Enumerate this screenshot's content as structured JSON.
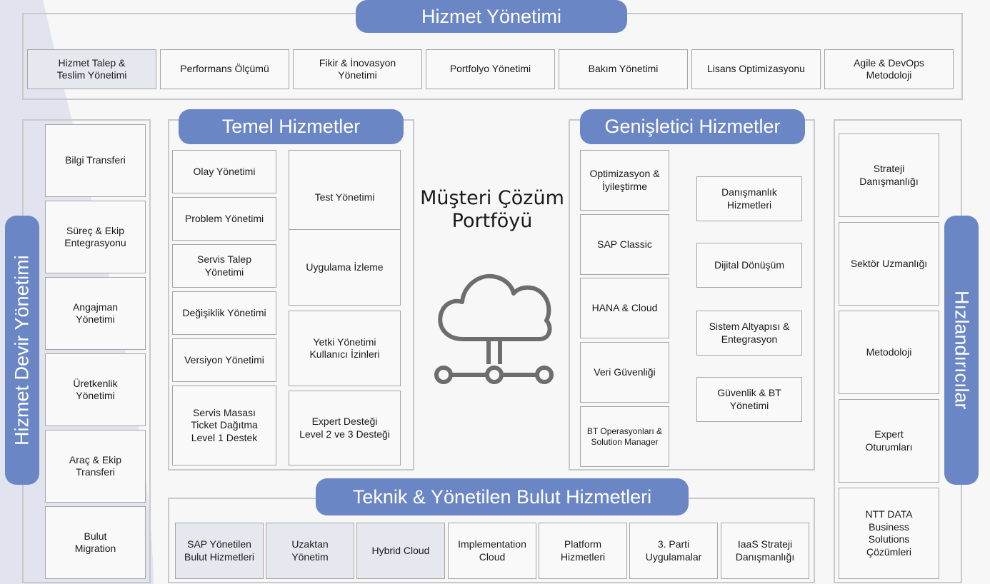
{
  "colors": {
    "accent": "#6b86c5",
    "frame": "#c9c9c9",
    "box_border": "#a6a6a6",
    "shade": "#e1e4ef"
  },
  "hizmet_yonetimi": {
    "title": "Hizmet Yönetimi",
    "items": [
      "Hizmet Talep &\nTeslim Yönetimi",
      "Performans Ölçümü",
      "Fikir & İnovasyon\nYönetimi",
      "Portfolyo Yönetimi",
      "Bakım Yönetimi",
      "Lisans Optimizasyonu",
      "Agile & DevOps\nMetodoloji"
    ]
  },
  "hizmet_devir": {
    "title": "Hizmet Devir Yönetimi",
    "items": [
      "Bilgi Transferi",
      "Süreç & Ekip\nEntegrasyonu",
      "Angajman\nYönetimi",
      "Üretkenlik\nYönetimi",
      "Araç & Ekip\nTransferi",
      "Bulut\nMigration"
    ]
  },
  "temel": {
    "title": "Temel Hizmetler",
    "left": [
      "Olay Yönetimi",
      "Problem Yönetimi",
      "Servis Talep\nYönetimi",
      "Değişiklik Yönetimi",
      "Versiyon Yönetimi",
      "Servis Masası\nTicket Dağıtma\nLevel 1 Destek"
    ],
    "right": [
      "Test Yönetimi",
      "Uygulama İzleme",
      "Yetki Yönetimi\nKullanıcı İzinleri",
      "Expert Desteği\nLevel 2 ve 3 Desteği"
    ]
  },
  "center": {
    "title": "Müşteri Çözüm\nPortföyü",
    "icon": "cloud-network-icon"
  },
  "genisletici": {
    "title": "Genişletici Hizmetler",
    "left": [
      "Optimizasyon &\nİyileştirme",
      "SAP Classic",
      "HANA & Cloud",
      "Veri Güvenliği",
      "BT Operasyonları &\nSolution Manager"
    ],
    "right": [
      "Danışmanlık\nHizmetleri",
      "Dijital Dönüşüm",
      "Sistem Altyapısı &\nEntegrasyon",
      "Güvenlik & BT\nYönetimi"
    ]
  },
  "hizlandiricilar": {
    "title": "Hızlandırıcılar",
    "items": [
      "Strateji\nDanışmanlığı",
      "Sektör Uzmanlığı",
      "Metodoloji",
      "Expert\nOturumları",
      "NTT DATA\nBusiness\nSolutions\nÇözümleri"
    ]
  },
  "teknik": {
    "title": "Teknik & Yönetilen Bulut Hizmetleri",
    "items": [
      "SAP Yönetilen\nBulut Hizmetleri",
      "Uzaktan\nYönetim",
      "Hybrid Cloud",
      "Implementation\nCloud",
      "Platform\nHizmetleri",
      "3. Parti\nUygulamalar",
      "IaaS Strateji\nDanışmanlığı"
    ]
  }
}
